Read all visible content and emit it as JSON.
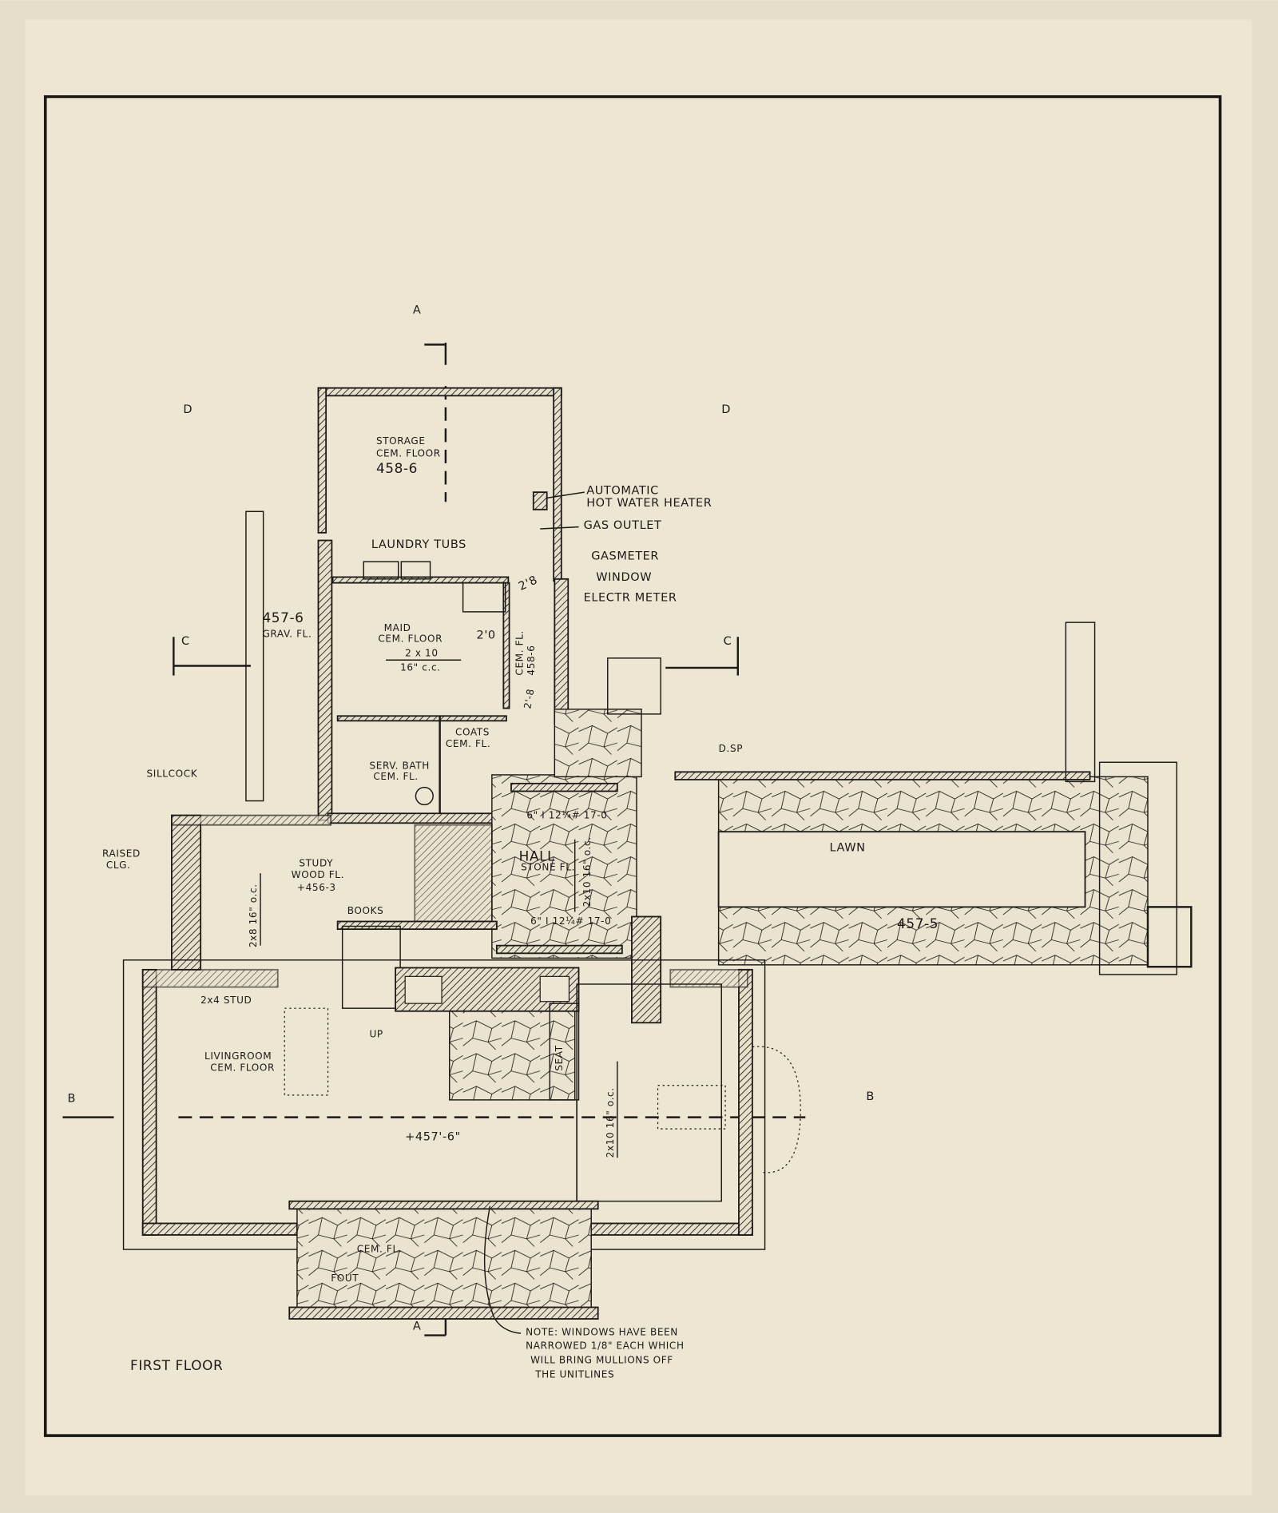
{
  "sheet": {
    "title": "FIRST FLOOR",
    "paper_color": "#ece6d3",
    "ink_color": "#1c1a17"
  },
  "section_marks": {
    "a_top": "A",
    "a_bottom": "A",
    "c_left": "C",
    "c_right": "C",
    "d_left": "D",
    "d_right": "D",
    "b_left": "B",
    "b_right": "B"
  },
  "rooms": {
    "storage": [
      "STORAGE",
      "CEM. FLOOR",
      "458-6"
    ],
    "maid": [
      "MAID",
      "CEM. FLOOR"
    ],
    "coats": [
      "COATS",
      "CEM. FL."
    ],
    "serv_bath": [
      "SERV. BATH",
      "CEM. FL."
    ],
    "study": [
      "STUDY",
      "WOOD FL.",
      "+456-3"
    ],
    "hall": [
      "HALL",
      "STONE FL."
    ],
    "livingroom": [
      "LIVINGROOM",
      "CEM. FLOOR"
    ],
    "lawn": "LAWN",
    "terrace": "CEM. FL.",
    "grav": [
      "457-6",
      "GRAV. FL."
    ]
  },
  "callouts": {
    "hot_water": [
      "AUTOMATIC",
      "HOT WATER HEATER"
    ],
    "gas_outlet": "GAS OUTLET",
    "gas_meter": "GASMETER",
    "window": "WINDOW",
    "electr_meter": "ELECTR METER",
    "laundry_tubs": "LAUNDRY TUBS",
    "sillcock": "SILLCOCK",
    "raised_clg": [
      "RAISED",
      "CLG."
    ],
    "dsp": "D.SP",
    "seat": "SEAT",
    "books": "BOOKS",
    "stud": "2x4 STUD",
    "up": "UP",
    "fout": "FOUT"
  },
  "dimensions": {
    "joist_maid": [
      "2 x 10",
      "16\" c.c."
    ],
    "door_20": "2'0",
    "door_28": "2'8",
    "door_28b": "2'-8",
    "cem_fl_458": [
      "CEM. FL.",
      "458-6"
    ],
    "beam_top": "6\" I 12¼# 17-0",
    "beam_bottom": "6\" I 12¼# 17-0",
    "hall_joist": "2x10 16\" o.c.",
    "study_joist": "2x8 16\" o.c.",
    "living_joist": "2x10 16\" o.c.",
    "lawn_level": "457-5",
    "living_level": "+457'-6\""
  },
  "note": [
    "NOTE: WINDOWS HAVE BEEN",
    "NARROWED 1/8\" EACH WHICH",
    "WILL BRING MULLIONS OFF",
    "THE UNITLINES"
  ]
}
